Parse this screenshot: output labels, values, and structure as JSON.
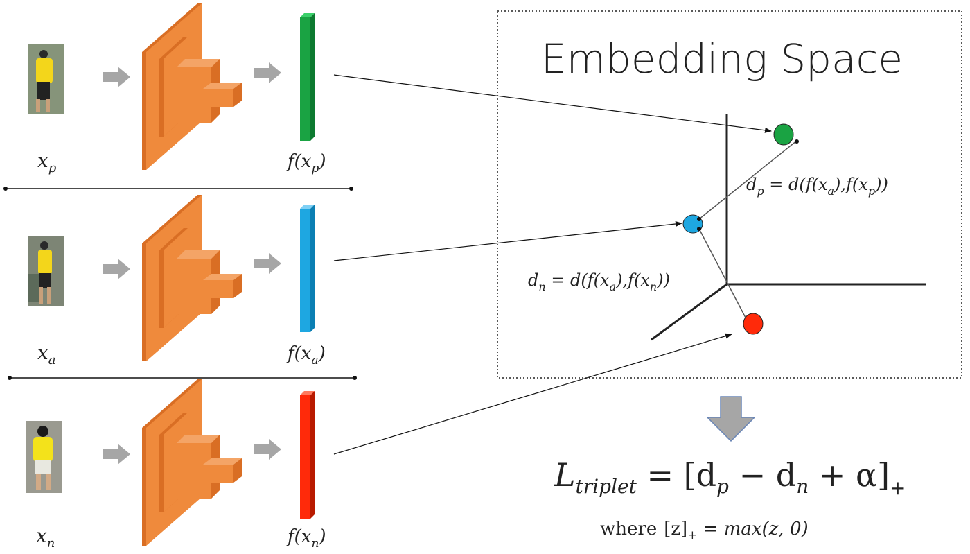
{
  "embedding_space": {
    "title": "Embedding Space",
    "d_p_formula": {
      "lhs_base": "d",
      "lhs_sub": "p",
      "rhs_pre": " = d(f(x",
      "sub1": "a",
      "mid": "),f(x",
      "sub2": "p",
      "post": "))"
    },
    "d_n_formula": {
      "lhs_base": "d",
      "lhs_sub": "n",
      "rhs_pre": " = d(f(x",
      "sub1": "a",
      "mid": "),f(x",
      "sub2": "n",
      "post": "))"
    }
  },
  "rows": [
    {
      "id": "positive",
      "input_base": "x",
      "input_sub": "p",
      "output_pre": "f(x",
      "output_sub": "p",
      "output_post": ")",
      "color": "#1aa343",
      "point_color": "#1aa343"
    },
    {
      "id": "anchor",
      "input_base": "x",
      "input_sub": "a",
      "output_pre": "f(x",
      "output_sub": "a",
      "output_post": ")",
      "color": "#1ea7e1",
      "point_color": "#1ea7e1"
    },
    {
      "id": "negative",
      "input_base": "x",
      "input_sub": "n",
      "output_pre": "f(x",
      "output_sub": "n",
      "output_post": ")",
      "color": "#ff2a0a",
      "point_color": "#ff2a0a"
    }
  ],
  "loss": {
    "lhs_base": "L",
    "lhs_sub": "triplet",
    "rhs_pre": " = [d",
    "sub1": "p",
    "minus": " − d",
    "sub2": "n",
    "plus": " + α]",
    "trail_sub": "+"
  },
  "note": {
    "word": "where",
    "bracket": "[z]",
    "bracket_sub": "+",
    "rhs": " = max(z, 0)"
  },
  "colors": {
    "network": "#ef8a3c",
    "network_dark": "#c9631c",
    "arrow_gray": "#a6a6a6",
    "down_arrow": "#a6a6a6",
    "down_arrow_stroke": "#6a86b6"
  }
}
